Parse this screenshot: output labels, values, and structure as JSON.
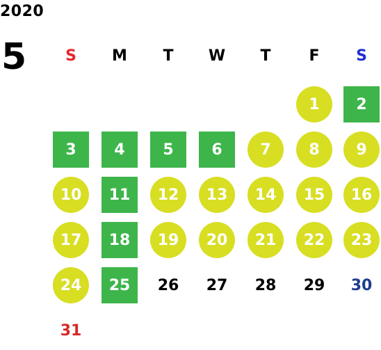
{
  "year": "2020",
  "month": "5",
  "weekdays": [
    {
      "label": "S",
      "color": "#e8262b"
    },
    {
      "label": "M",
      "color": "#000000"
    },
    {
      "label": "T",
      "color": "#000000"
    },
    {
      "label": "W",
      "color": "#000000"
    },
    {
      "label": "T",
      "color": "#000000"
    },
    {
      "label": "F",
      "color": "#000000"
    },
    {
      "label": "S",
      "color": "#1f2fd0"
    }
  ],
  "colors": {
    "circle_fill": "#d8de22",
    "square_fill": "#3db54a",
    "marked_text": "#ffffff",
    "plain_text": "#000000",
    "saturday_text": "#1f3d8e",
    "sunday_text": "#d42a2a"
  },
  "first_weekday": 5,
  "days": [
    {
      "n": "1",
      "style": "circle"
    },
    {
      "n": "2",
      "style": "square"
    },
    {
      "n": "3",
      "style": "square"
    },
    {
      "n": "4",
      "style": "square"
    },
    {
      "n": "5",
      "style": "square"
    },
    {
      "n": "6",
      "style": "square"
    },
    {
      "n": "7",
      "style": "circle"
    },
    {
      "n": "8",
      "style": "circle"
    },
    {
      "n": "9",
      "style": "circle"
    },
    {
      "n": "10",
      "style": "circle"
    },
    {
      "n": "11",
      "style": "square"
    },
    {
      "n": "12",
      "style": "circle"
    },
    {
      "n": "13",
      "style": "circle"
    },
    {
      "n": "14",
      "style": "circle"
    },
    {
      "n": "15",
      "style": "circle"
    },
    {
      "n": "16",
      "style": "circle"
    },
    {
      "n": "17",
      "style": "circle"
    },
    {
      "n": "18",
      "style": "square"
    },
    {
      "n": "19",
      "style": "circle"
    },
    {
      "n": "20",
      "style": "circle"
    },
    {
      "n": "21",
      "style": "circle"
    },
    {
      "n": "22",
      "style": "circle"
    },
    {
      "n": "23",
      "style": "circle"
    },
    {
      "n": "24",
      "style": "circle"
    },
    {
      "n": "25",
      "style": "square"
    },
    {
      "n": "26",
      "style": "plain"
    },
    {
      "n": "27",
      "style": "plain"
    },
    {
      "n": "28",
      "style": "plain"
    },
    {
      "n": "29",
      "style": "plain"
    },
    {
      "n": "30",
      "style": "saturday"
    },
    {
      "n": "31",
      "style": "sunday"
    }
  ]
}
